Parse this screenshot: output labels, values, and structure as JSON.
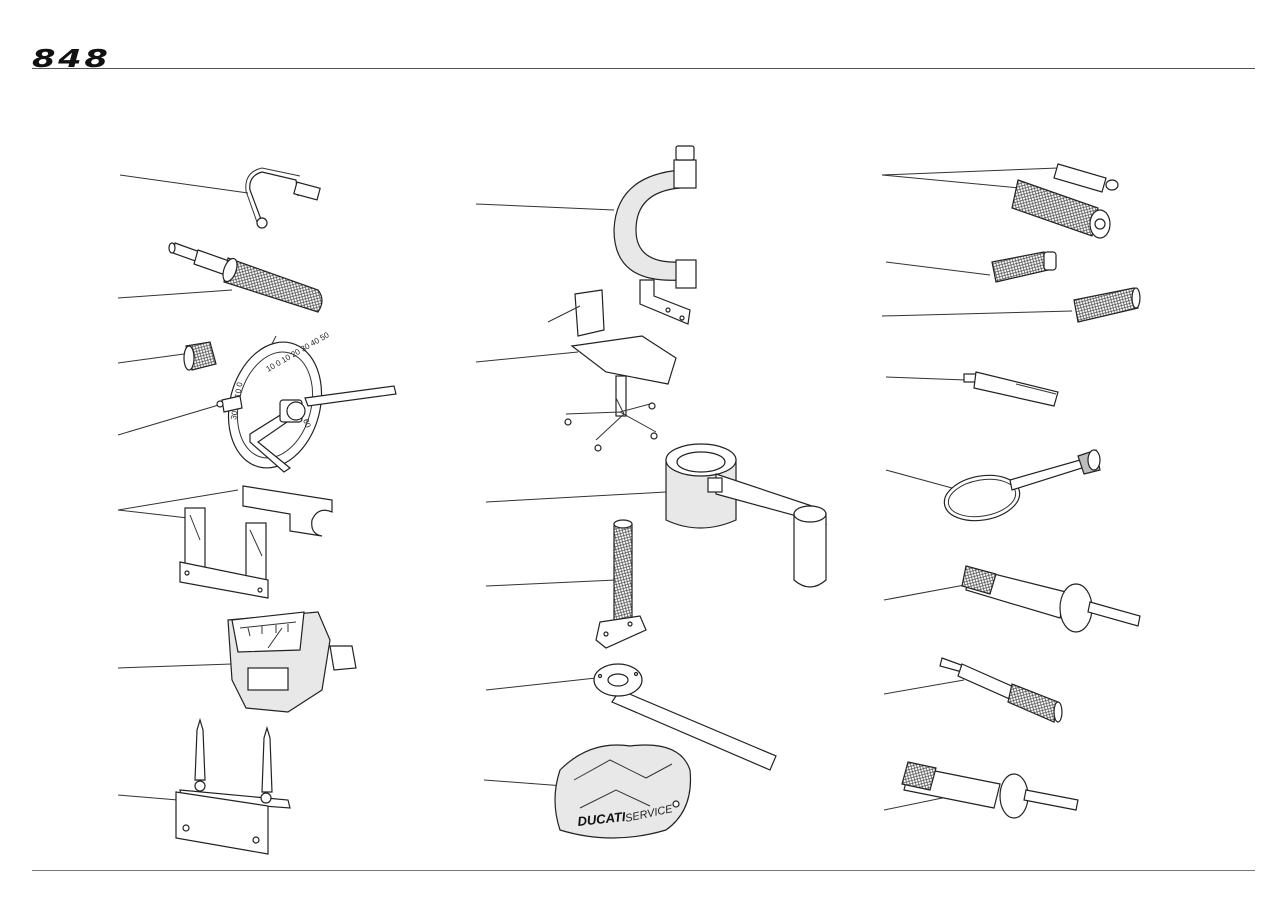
{
  "header": {
    "title": "848"
  },
  "protractor": {
    "scale_left": "30 20 10 0",
    "scale_top": "10 0 10 20 30 40 50",
    "scale_right": "60"
  },
  "cover": {
    "brand": "DUCATI",
    "service": "SERVICE"
  }
}
